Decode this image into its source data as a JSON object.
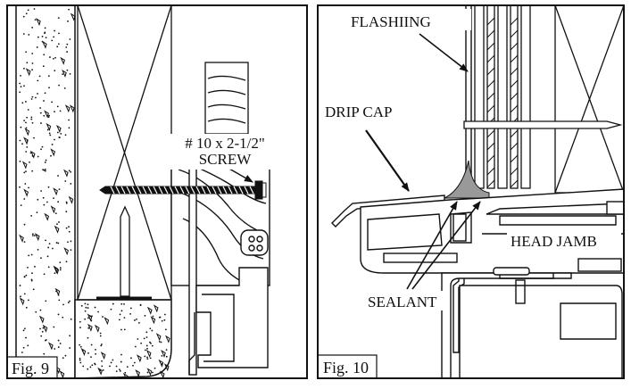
{
  "figure9": {
    "caption": "Fig. 9",
    "screw_label_line1": "# 10 x 2-1/2\"",
    "screw_label_line2": "SCREW"
  },
  "figure10": {
    "caption": "Fig. 10",
    "flashing_label": "FLASHIING",
    "drip_cap_label": "DRIP CAP",
    "head_jamb_label": "HEAD JAMB",
    "sealant_label": "SEALANT"
  }
}
